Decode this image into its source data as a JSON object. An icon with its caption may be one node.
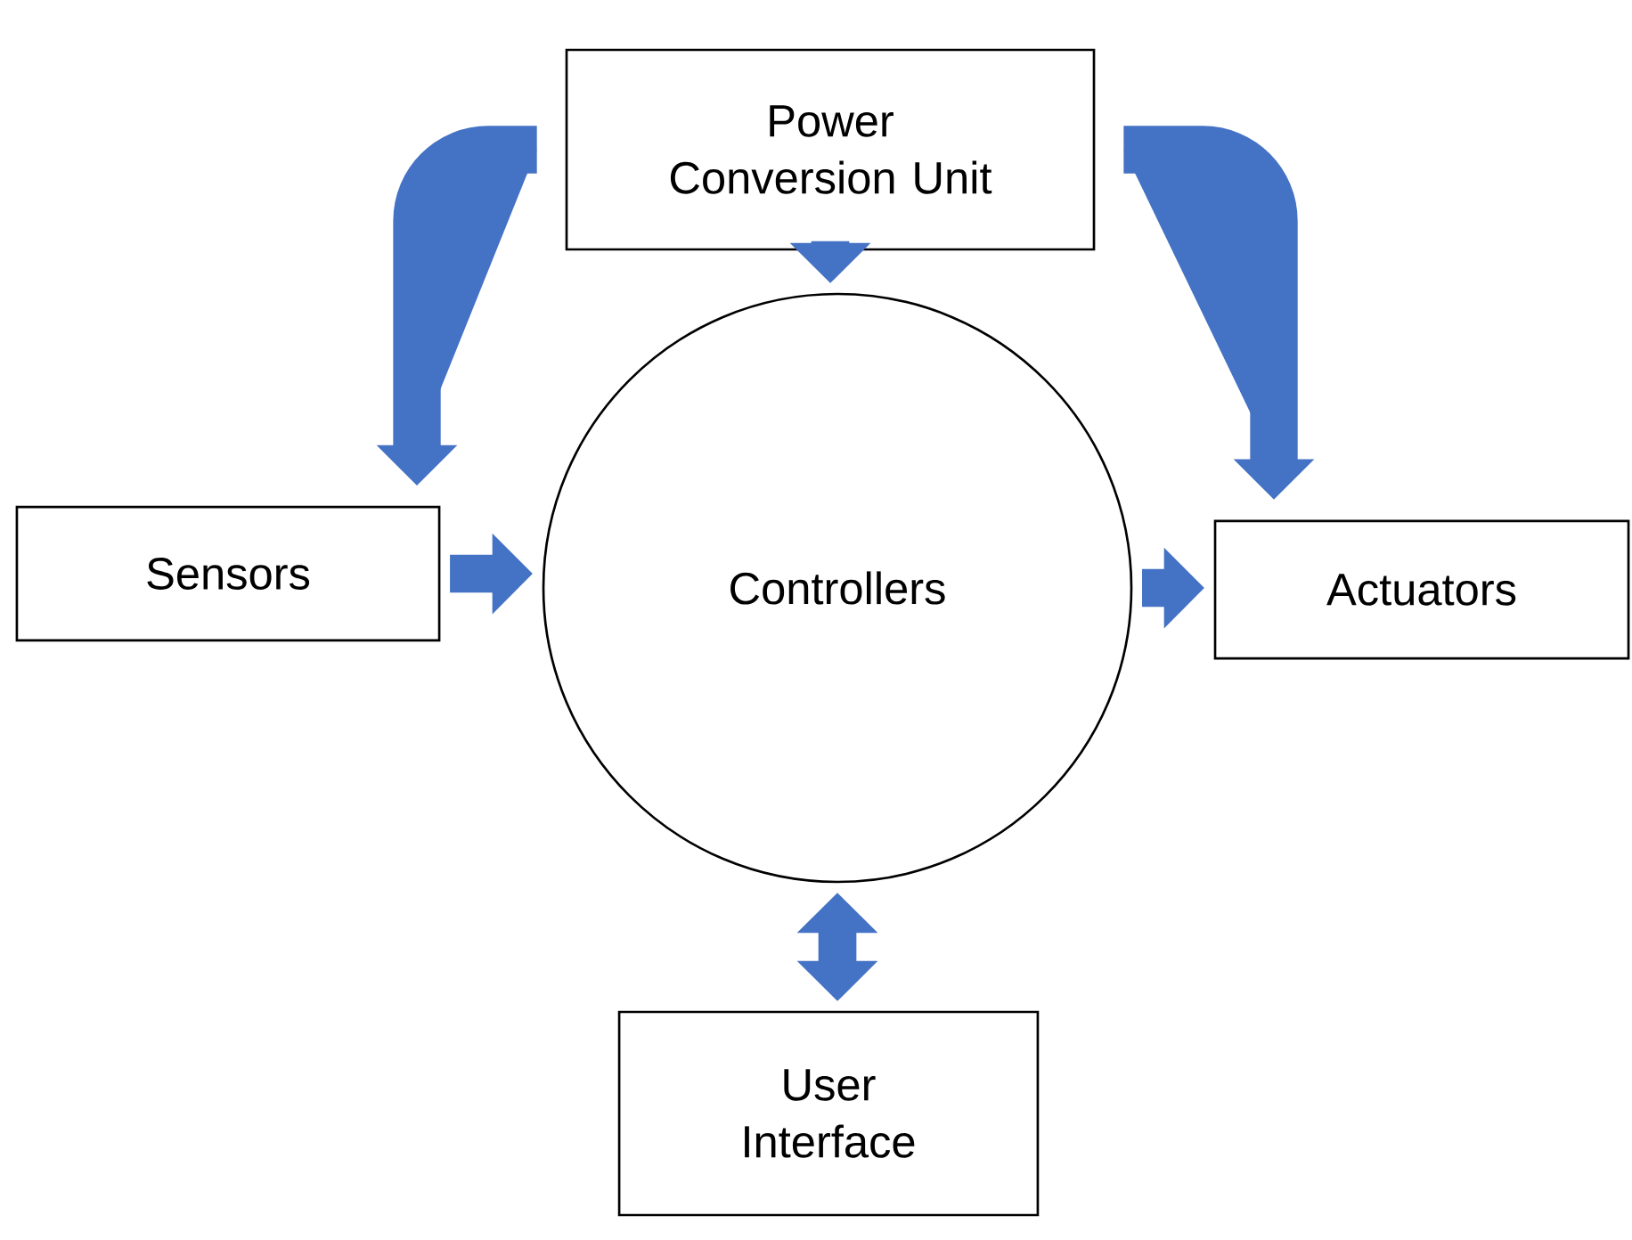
{
  "diagram": {
    "nodes": [
      {
        "text": [
          "Power Conversion Unit"
        ]
      },
      {
        "text": [
          "Sensors"
        ]
      },
      {
        "text": [
          "Controllers"
        ]
      },
      {
        "text": [
          "Actuators"
        ]
      },
      {
        "text": [
          "User Interface"
        ]
      }
    ],
    "edges": [
      {
        "from": 0,
        "to": 1,
        "arrow": "to"
      },
      {
        "from": 0,
        "to": 2,
        "arrow": "to"
      },
      {
        "from": 0,
        "to": 3,
        "arrow": "to"
      },
      {
        "from": 1,
        "to": 2,
        "arrow": "to"
      },
      {
        "from": 2,
        "to": 3,
        "arrow": "to"
      },
      {
        "from": 2,
        "to": 4,
        "arrow": "both"
      }
    ]
  }
}
